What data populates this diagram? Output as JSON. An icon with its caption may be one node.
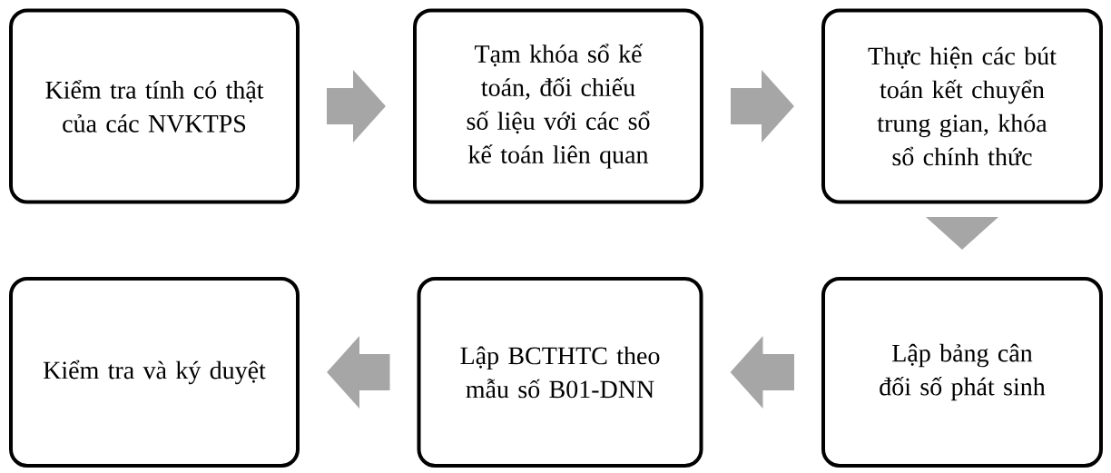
{
  "diagram": {
    "nodes": [
      {
        "text": [
          "Kiểm tra tính có thật của các NVKTPS"
        ]
      },
      {
        "text": [
          "Tạm khóa sổ kế toán, đối chiếu số liệu với các sổ kế toán liên quan"
        ]
      },
      {
        "text": [
          "Thực hiện các bút toán kết chuyển trung gian, khóa sổ chính thức"
        ]
      },
      {
        "text": [
          "Kiểm tra và ký duyệt"
        ]
      },
      {
        "text": [
          "Lập BCTHTC theo mẫu số B01-DNN"
        ]
      },
      {
        "text": [
          "Lập bảng cân đối số phát sinh"
        ]
      }
    ],
    "edges": [
      {
        "from": 0,
        "to": 1,
        "arrow": "to"
      },
      {
        "from": 1,
        "to": 2,
        "arrow": "to"
      },
      {
        "from": 2,
        "to": 5,
        "arrow": "to"
      },
      {
        "from": 5,
        "to": 4,
        "arrow": "to"
      },
      {
        "from": 4,
        "to": 3,
        "arrow": "to"
      }
    ]
  }
}
